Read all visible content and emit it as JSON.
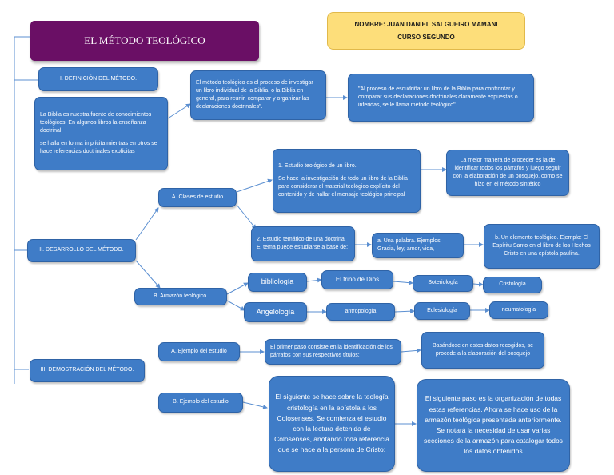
{
  "title": "EL MÉTODO TEOLÓGICO",
  "student": {
    "name": "NOMBRE: JUAN DANIEL SALGUEIRO MAMANI",
    "course": "CURSO SEGUNDO"
  },
  "section1": {
    "heading": "I. DEFINICIÓN DEL MÉTODO.",
    "bible_text_1": "La Biblia es nuestra fuente de conocimientos teológicos. En algunos libros la enseñanza doctrinal",
    "bible_text_2": "se halla en forma implícita mientras en otros se hace referencias doctrinales explícitas",
    "definition": "El método teológico es el proceso de investigar un libro individual de la Biblia, o la Biblia en general, para reunir, comparar y organizar las declaraciones doctrinales\".",
    "quote": "\"Al proceso de escudriñar un libro de la Biblia para confrontar y comparar sus declaraciones doctrinales claramente expuestas o inferidas, se le llama método teológico\""
  },
  "section2": {
    "heading": "II. DESARROLLO DEL MÉTODO.",
    "branch_a": {
      "label": "A. Clases de estudio",
      "study1_title": "1. Estudio teológico de un libro.",
      "study1_text": "Se hace la investigación de todo un libro de la Biblia para considerar el material teológico explícito del contenido y de hallar el mensaje teológico principal",
      "study1_tip": "La mejor manera de proceder es la de identificar todos los párrafos y luego seguir con la elaboración de un bosquejo, como se hizo en el método sintético",
      "study2": "2. Estudio temático de una doctrina. El tema puede estudiarse a base de:",
      "word": "a. Una palabra. Ejemplos: Gracia, ley, amor, vida,",
      "element": "b. Un elemento teológico. Ejemplo: El Espíritu Santo en el libro de los Hechos Cristo en una epístola paulina."
    },
    "branch_b": {
      "label": "B. Armazón teológico.",
      "bibliologia": "bibliología",
      "trino": "El trino de Dios",
      "soteriologia": "Soteriología",
      "cristologia": "Cristología",
      "angelologia": "Angelología",
      "antropologia": "antropología",
      "eclesiologia": "Eclesiología",
      "neumatologia": "neumatología"
    }
  },
  "section3": {
    "heading": "III. DEMOSTRACIÓN DEL MÉTODO.",
    "example_a": "A. Ejemplo del estudio",
    "first_step": "El primer paso consiste en la identificación de los párrafos con sus respectivos títulos:",
    "outline": "Basándose en estos datos recogidos, se procede a la elaboración del bosquejo",
    "example_b": "B. Ejemplo del estudio",
    "next_step": "El siguiente se hace sobre la teología cristología en la epístola a los Colosenses. Se comienza el estudio con la lectura detenida de Colosenses, anotando toda referencia que se hace a la persona de Cristo:",
    "organize": "El siguiente paso es la organización de todas estas referencias. Ahora se hace uso de la armazón teológica presentada anteriormente. Se notará la necesidad de usar varias secciones de la armazón para catalogar todos los datos obtenidos"
  }
}
